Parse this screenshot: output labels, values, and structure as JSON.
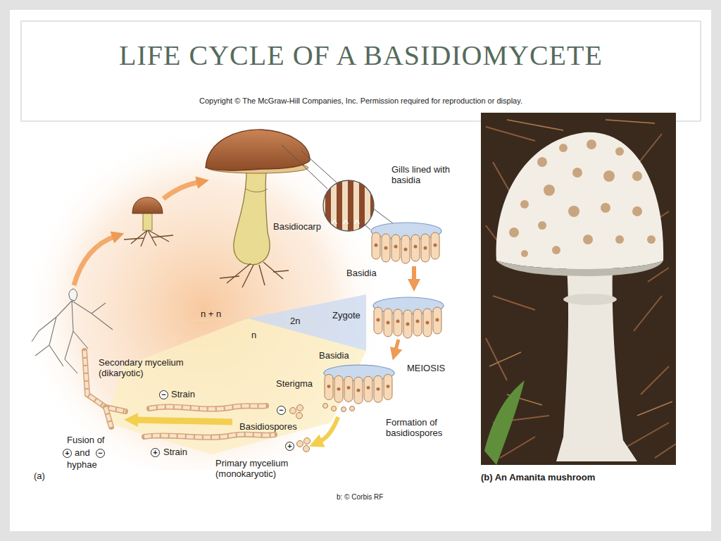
{
  "diagram": {
    "title": "LIFE CYCLE OF A BASIDIOMYCETE",
    "labels": [
      "Copyright © The McGraw-Hill Companies, Inc. Permission required for reproduction or display.",
      "Gills lined with basidia",
      "Basidiocarp",
      "Basidia",
      "n + n",
      "2n",
      "Zygote",
      "n",
      "Basidia",
      "MEIOSIS",
      "Secondary mycelium (dikaryotic)",
      "−",
      "Strain",
      "Sterigma",
      "−",
      "Basidiospores",
      "Formation of basidiospores",
      "+",
      "Fusion of",
      "+",
      "and",
      "−",
      "hyphae",
      "+",
      "Strain",
      "Primary mycelium (monokaryotic)",
      "(a)",
      "(b) An Amanita mushroom",
      "b: © Corbis RF"
    ]
  }
}
